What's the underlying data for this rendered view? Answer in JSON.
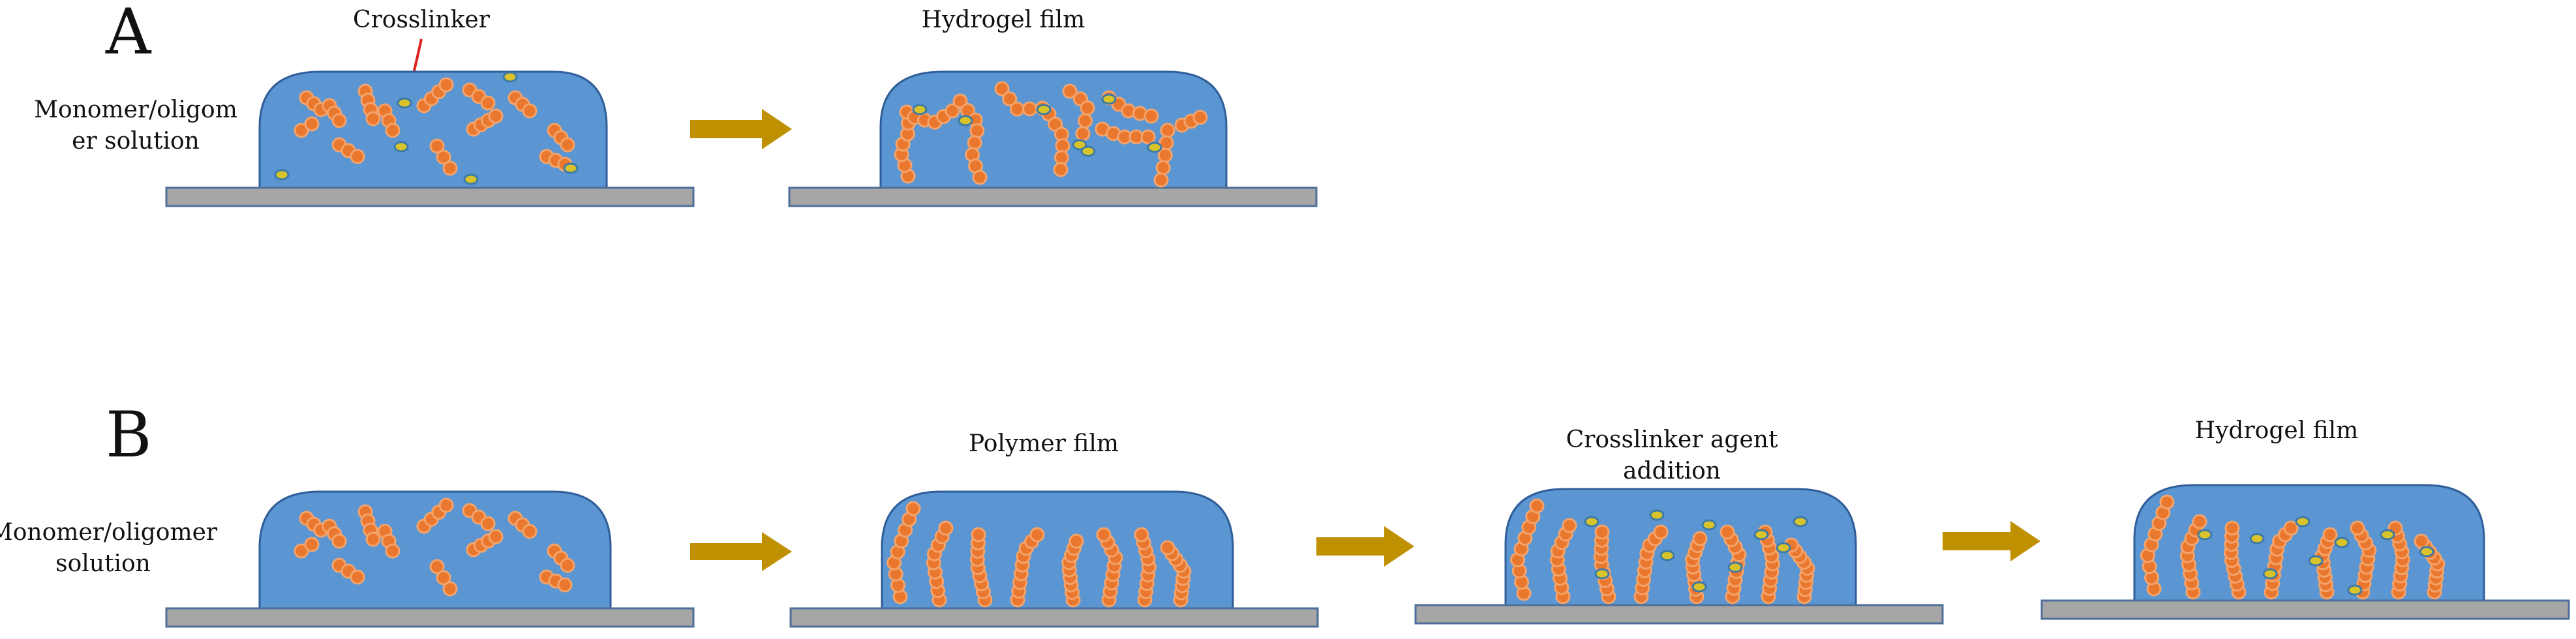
{
  "colors": {
    "dome": "#5b96d2",
    "dome_stroke": "#2f5e99",
    "substrate": "#a6a6a6",
    "substrate_stroke": "#4d6f99",
    "monomer": "#e9772d",
    "monomer_core": "#f4a36b",
    "crosslinker": "#d8c42a",
    "crosslinker_stroke": "#3d7aa6",
    "arrow": "#bf9000",
    "pointer": "#e02020"
  },
  "panel_a": {
    "letter": "A",
    "label_monomer_line1": "Monomer/oligom",
    "label_monomer_line2": "er solution",
    "label_crosslinker": "Crosslinker",
    "label_hydrogel": "Hydrogel film"
  },
  "panel_b": {
    "letter": "B",
    "label_monomer_line1": "Monomer/oligomer",
    "label_monomer_line2": "solution",
    "label_polymer": "Polymer film",
    "label_crosslinker_line1": "Crosslinker agent",
    "label_crosslinker_line2": "addition",
    "label_hydrogel": "Hydrogel film"
  }
}
